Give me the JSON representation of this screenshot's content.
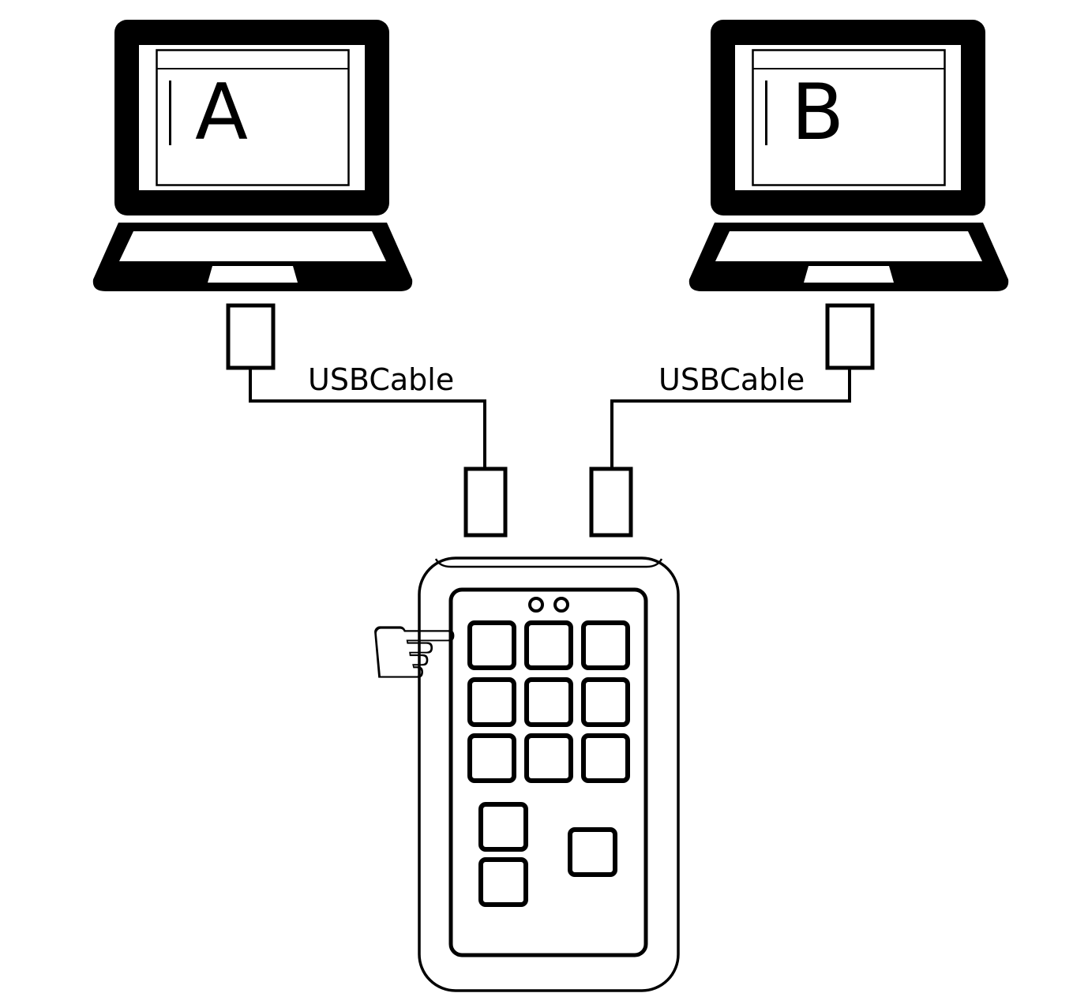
{
  "colors": {
    "line": "#000000",
    "background": "#ffffff"
  },
  "laptops": {
    "a": {
      "screen_label": "A"
    },
    "b": {
      "screen_label": "B"
    }
  },
  "cables": {
    "left_label": "USBCable",
    "right_label": "USBCable"
  },
  "icons": {
    "hand_pointer": "☞"
  }
}
